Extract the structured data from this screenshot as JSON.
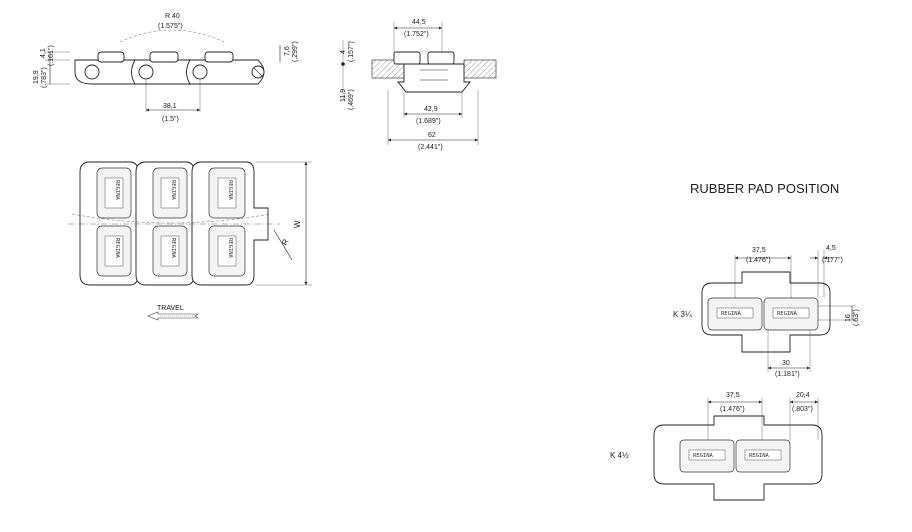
{
  "side_view": {
    "radius": "R 40",
    "radius_in": "(1.575\")",
    "h_top": "4,1",
    "h_top_in": "(.161\")",
    "h_total": "19,9",
    "h_total_in": "(.783\")",
    "pad_h": "7,6",
    "pad_h_in": "(.299\")",
    "pitch": "38,1",
    "pitch_in": "(1.5\")"
  },
  "section_view": {
    "w_top": "44,5",
    "w_top_in": "(1.752\")",
    "h_small": "4",
    "h_small_in": "(.157\")",
    "h_mid": "11,9",
    "h_mid_in": "(.469\")",
    "w_mid": "42,9",
    "w_mid_in": "(1.689\")",
    "w_total": "62",
    "w_total_in": "(2.441\")"
  },
  "top_view": {
    "w_label": "W",
    "r_label": "R",
    "brand": "REGINA",
    "travel": "TRAVEL"
  },
  "rubber_section": {
    "title": "RUBBER PAD POSITION",
    "k1_label": "K 3¼",
    "k1_pitch": "37,5",
    "k1_pitch_in": "(1.476\")",
    "k1_edge": "4,5",
    "k1_edge_in": "(.177\")",
    "k1_h": "16",
    "k1_h_in": "(.63\")",
    "k1_w": "30",
    "k1_w_in": "(1.181\")",
    "k2_label": "K 4½",
    "k2_pitch": "37,5",
    "k2_pitch_in": "(1.476\")",
    "k2_edge": "20,4",
    "k2_edge_in": "(.803\")",
    "brand": "REGINA"
  }
}
